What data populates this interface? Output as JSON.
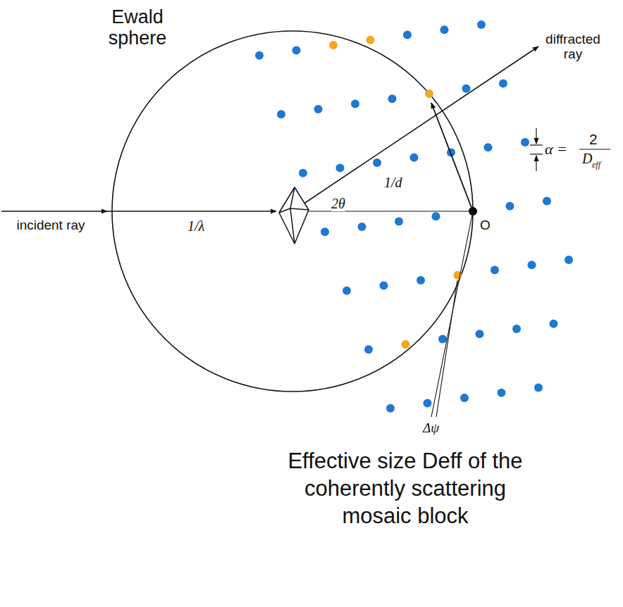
{
  "diagram": {
    "caption": "Effective size Deff of the coherently scattering mosaic block",
    "labels": [
      "Ewald sphere",
      "diffracted ray",
      "incident ray",
      "1/λ",
      "2θ",
      "1/d",
      "O",
      "α =",
      "2",
      "D",
      "eff",
      "Δψ"
    ]
  }
}
